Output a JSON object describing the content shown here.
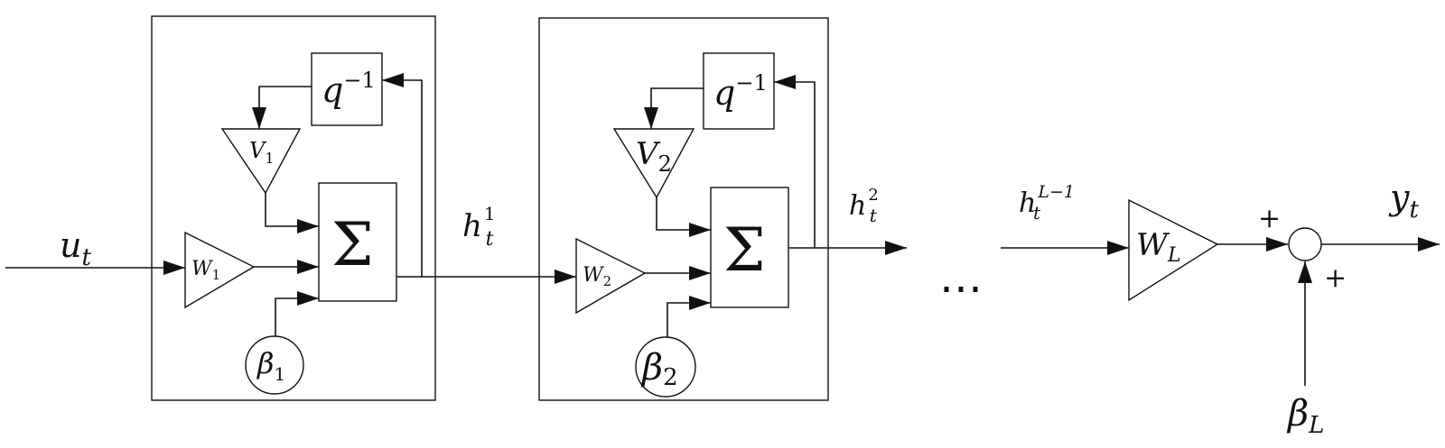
{
  "input": {
    "var": "u",
    "sub": "t"
  },
  "stages": [
    {
      "delay": {
        "base": "q",
        "exp": "−1"
      },
      "recurrent_gain": {
        "base": "V",
        "sub": "1"
      },
      "input_gain": {
        "base": "W",
        "sub": "1"
      },
      "summer": "Σ",
      "bias": {
        "base": "β",
        "sub": "1"
      },
      "output": {
        "var": "h",
        "sub": "t",
        "sup": "1"
      }
    },
    {
      "delay": {
        "base": "q",
        "exp": "−1"
      },
      "recurrent_gain": {
        "base": "V",
        "sub": "2"
      },
      "input_gain": {
        "base": "W",
        "sub": "2"
      },
      "summer": "Σ",
      "bias": {
        "base": "β",
        "sub": "2"
      },
      "output": {
        "var": "h",
        "sub": "t",
        "sup": "2"
      }
    }
  ],
  "ellipsis": "⋯",
  "last_stage": {
    "input": {
      "var": "h",
      "sub": "t",
      "sup": "L−1"
    },
    "gain": {
      "base": "W",
      "sub": "L"
    },
    "plus_top": "+",
    "plus_bottom": "+",
    "bias": {
      "base": "β",
      "sub": "L"
    }
  },
  "output": {
    "var": "y",
    "sub": "t"
  }
}
